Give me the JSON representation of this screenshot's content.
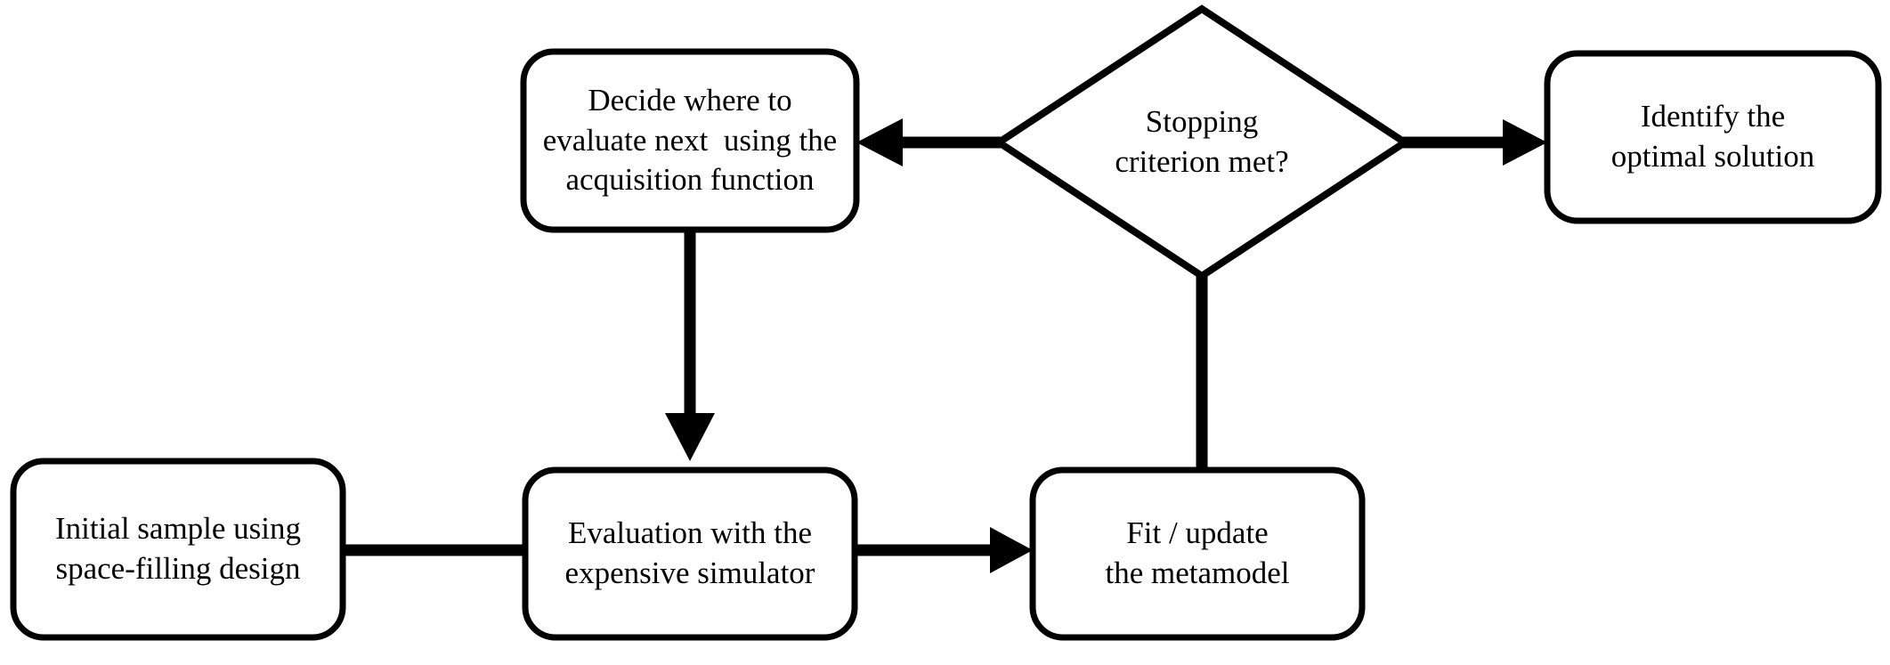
{
  "diagram": {
    "title": "Bayesian optimization / metamodel-based optimization loop",
    "background_color": "#ffffff",
    "stroke_color": "#000000",
    "text_color": "#000000"
  },
  "nodes": {
    "initial_sample": {
      "shape": "rounded-rectangle",
      "lines": [
        "Initial sample using",
        "space-filling design"
      ]
    },
    "evaluation": {
      "shape": "rounded-rectangle",
      "lines": [
        "Evaluation with the",
        "expensive simulator"
      ]
    },
    "fit_update": {
      "shape": "rounded-rectangle",
      "lines": [
        "Fit / update",
        "the metamodel"
      ]
    },
    "decide_next": {
      "shape": "rounded-rectangle",
      "lines": [
        "Decide where to",
        "evaluate next  using the",
        "acquisition function"
      ]
    },
    "stopping_criterion": {
      "shape": "diamond",
      "lines": [
        "Stopping",
        "criterion met?"
      ]
    },
    "identify_optimal": {
      "shape": "rounded-rectangle",
      "lines": [
        "Identify the",
        "optimal solution"
      ]
    }
  },
  "edges": [
    {
      "id": "initial-to-evaluation",
      "from": "initial_sample",
      "to": "evaluation",
      "direction": "right",
      "label": ""
    },
    {
      "id": "evaluation-to-fit",
      "from": "evaluation",
      "to": "fit_update",
      "direction": "right",
      "label": ""
    },
    {
      "id": "fit-to-stopping",
      "from": "fit_update",
      "to": "stopping_criterion",
      "direction": "up",
      "label": ""
    },
    {
      "id": "stopping-to-decide",
      "from": "stopping_criterion",
      "to": "decide_next",
      "direction": "left",
      "label": ""
    },
    {
      "id": "stopping-to-identify",
      "from": "stopping_criterion",
      "to": "identify_optimal",
      "direction": "right",
      "label": ""
    },
    {
      "id": "decide-to-evaluation",
      "from": "decide_next",
      "to": "evaluation",
      "direction": "down",
      "label": ""
    }
  ]
}
